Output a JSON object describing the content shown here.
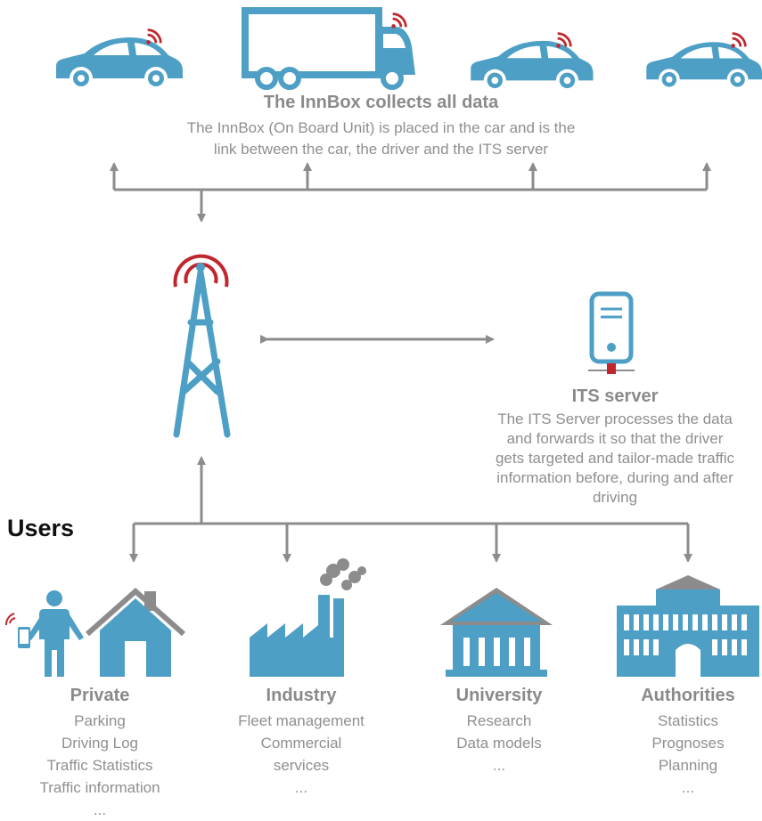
{
  "innbox": {
    "title": "The InnBox collects all data",
    "description_line1": "The InnBox (On Board Unit) is placed in the car and is the",
    "description_line2": "link between the car, the driver and the ITS server"
  },
  "its_server": {
    "title": "ITS server",
    "lines": [
      "The ITS Server processes the data",
      "and forwards it so that the driver",
      "gets targeted and tailor-made traffic",
      "information before, during and after",
      "driving"
    ]
  },
  "users_heading": "Users",
  "user_groups": [
    {
      "title": "Private",
      "items": [
        "Parking",
        "Driving Log",
        "Traffic Statistics",
        "Traffic information",
        "..."
      ]
    },
    {
      "title": "Industry",
      "items": [
        "Fleet management",
        "Commercial",
        "services",
        "..."
      ]
    },
    {
      "title": "University",
      "items": [
        "Research",
        "Data models",
        "..."
      ]
    },
    {
      "title": "Authorities",
      "items": [
        "Statistics",
        "Prognoses",
        "Planning",
        "..."
      ]
    }
  ],
  "colors": {
    "icon_blue": "#4e9fc5",
    "signal_red": "#c0272d",
    "arrow_gray": "#8c8c8c",
    "text_gray": "#8a8a8a"
  },
  "icons": [
    "car-icon",
    "truck-icon",
    "antenna-tower-icon",
    "server-icon",
    "person-phone-icon",
    "house-icon",
    "factory-icon",
    "university-icon",
    "government-building-icon"
  ]
}
